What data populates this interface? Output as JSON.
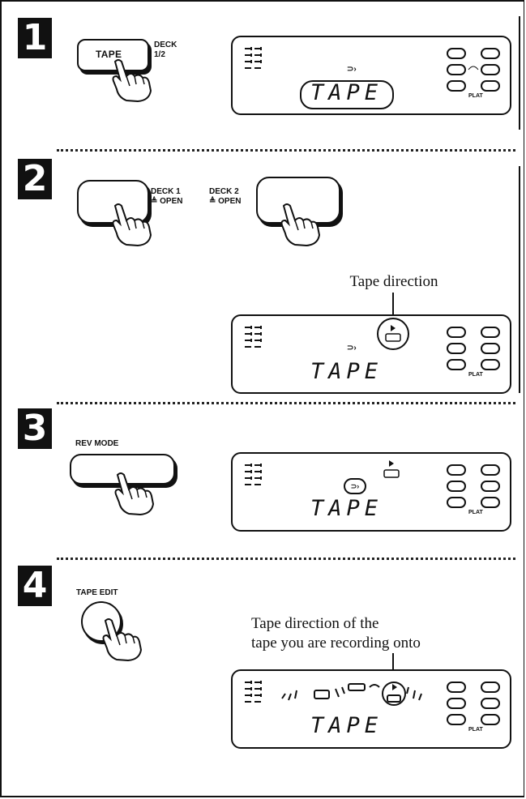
{
  "steps": [
    {
      "number": "1",
      "button_label": "TAPE",
      "side_label": [
        "DECK",
        "1/2"
      ],
      "display_text": "TAPE"
    },
    {
      "number": "2",
      "deck1_label": [
        "DECK 1",
        "≜ OPEN"
      ],
      "deck2_label": [
        "DECK 2",
        "≜ OPEN"
      ],
      "caption": "Tape direction",
      "display_text": "TAPE"
    },
    {
      "number": "3",
      "button_label": "REV MODE",
      "display_text": "TAPE"
    },
    {
      "number": "4",
      "button_label": "TAPE EDIT",
      "caption": [
        "Tape direction of the",
        "tape you are recording onto"
      ],
      "display_text": "TAPE"
    }
  ],
  "display": {
    "small_label": "PLAT"
  }
}
